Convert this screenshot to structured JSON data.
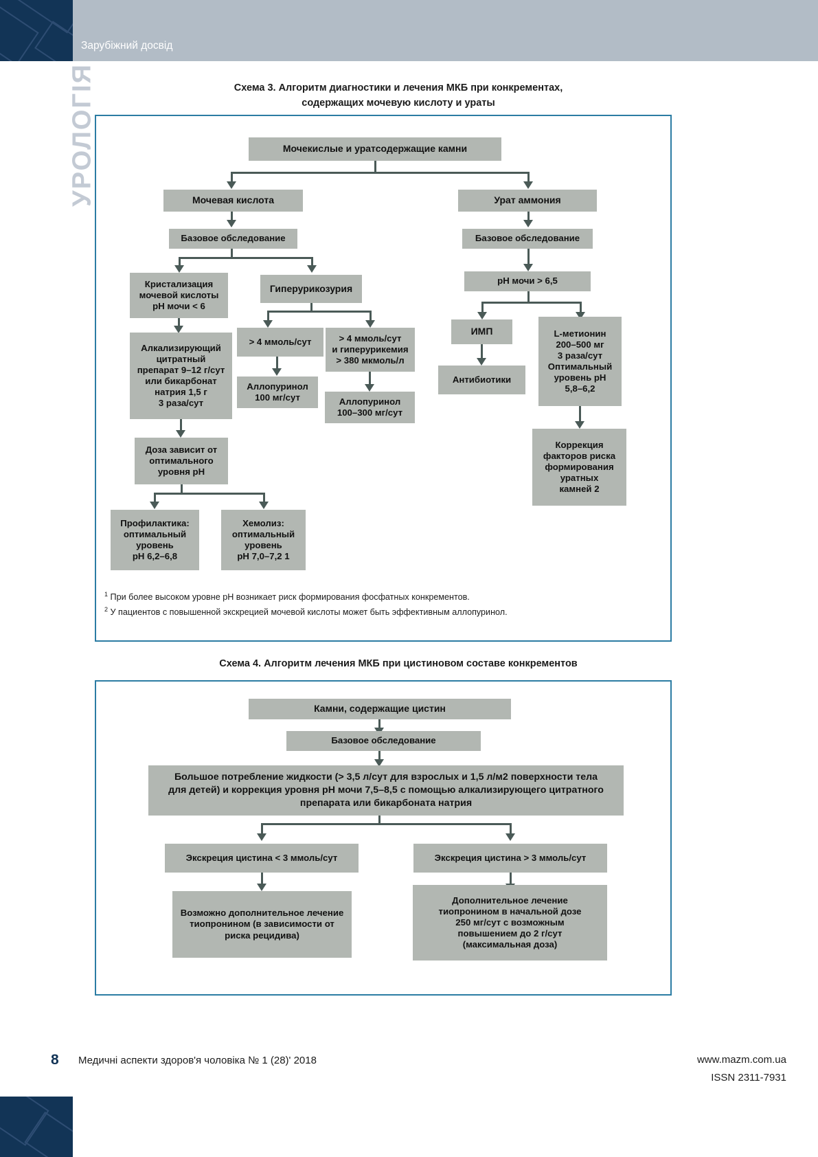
{
  "header": {
    "section_label": "Зарубіжний досвід",
    "vertical_label": "УРОЛОГІЯ",
    "bar_color": "#b2bcc6",
    "logo_color": "#123456"
  },
  "scheme3": {
    "title_line1": "Схема 3. Алгоритм диагностики и лечения МКБ при конкрементах,",
    "title_line2": "содержащих мочевую кислоту и ураты",
    "nodes": {
      "root": "Мочекислые и уратсодержащие камни",
      "left_branch": "Мочевая кислота",
      "right_branch": "Урат аммония",
      "left_base_exam": "Базовое обследование",
      "right_base_exam": "Базовое обследование",
      "crystallization": "Кристализация\nмочевой кислоты\npH мочи < 6",
      "hyperuricosuria": "Гиперурикозурия",
      "alkalizing": "Алкализирующий\nцитратный\nпрепарат 9–12 г/сут\nили бикарбонат\nнатрия 1,5 г\n3 раза/сут",
      "gt4mmol": "> 4 ммоль/сут",
      "gt4mmol_hyper": "> 4 ммоль/сут\nи гиперурикемия\n> 380 мкмоль/л",
      "allopurinol100": "Аллопуринол\n100 мг/сут",
      "allopurinol100_300": "Аллопуринол\n100–300 мг/сут",
      "dose_depends": "Доза зависит от\nоптимального\nуровня pH",
      "prophylaxis": "Профилактика:\nоптимальный\nуровень\npH 6,2–6,8",
      "chemolysis": "Хемолиз:\nоптимальный\nуровень\npH 7,0–7,2 1",
      "ph_urine": "pH мочи > 6,5",
      "imp": "ИМП",
      "antibiotics": "Антибиотики",
      "l_methionine": "L-метионин\n200–500 мг\n3 раза/сут\nОптимальный\nуровень pH\n5,8–6,2",
      "correction": "Коррекция\nфакторов риска\nформирования\nуратных\nкамней 2"
    },
    "footnotes": [
      "При более высоком уровне pH возникает риск формирования фосфатных конкрементов.",
      "У пациентов с повышенной экскрецией мочевой кислоты может быть эффективным аллопуринол."
    ],
    "footnote_marks": [
      "1",
      "2"
    ]
  },
  "scheme4": {
    "title": "Схема 4. Алгоритм лечения МКБ при цистиновом составе конкрементов",
    "nodes": {
      "root": "Камни, содержащие цистин",
      "base_exam": "Базовое обследование",
      "fluid_intake": "Большое потребление жидкости (> 3,5 л/сут для взрослых и 1,5 л/м2 поверхности тела\nдля детей) и коррекция уровня pH мочи 7,5–8,5 с помощью алкализирующего цитратного\nпрепарата или бикарбоната натрия",
      "excretion_lt3": "Экскреция цистина < 3 ммоль/сут",
      "excretion_gt3": "Экскреция цистина > 3 ммоль/сут",
      "tiopronin_optional": "Возможно дополнительное лечение\nтиопронином (в зависимости от\nриска рецидива)",
      "tiopronin_required": "Дополнительное лечение\nтиопронином в начальной дозе\n250 мг/сут с возможным\nповышением до 2 г/сут\n(максимальная доза)"
    }
  },
  "footer": {
    "page_number": "8",
    "journal": "Медичні аспекти здоров'я чоловіка № 1 (28)' 2018",
    "website": "www.mazm.com.ua",
    "issn": "ISSN 2311-7931"
  },
  "colors": {
    "node_fill": "#b2b7b2",
    "frame_border": "#2b7ca3",
    "connector": "#4a5a57",
    "header_bar": "#b2bcc6",
    "navy": "#123456"
  }
}
